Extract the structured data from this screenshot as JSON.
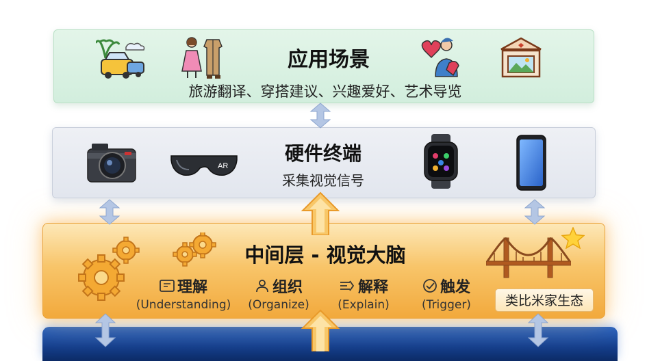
{
  "layers": {
    "top": {
      "title": "应用场景",
      "subtitle": "旅游翻译、穿搭建议、兴趣爱好、艺术导览",
      "icons": [
        "travel-car-icon",
        "fashion-outfit-icon",
        "hobby-people-icon",
        "art-gallery-icon"
      ]
    },
    "middle": {
      "title": "硬件终端",
      "subtitle": "采集视觉信号",
      "icons": [
        "camera-icon",
        "ar-glasses-icon",
        "smartwatch-icon",
        "smartphone-icon"
      ],
      "ar_label": "AR"
    },
    "brain": {
      "title": "中间层 - 视觉大脑",
      "functions": [
        {
          "label": "理解",
          "sub": "(Understanding)",
          "icon": "understanding-icon"
        },
        {
          "label": "组织",
          "sub": "(Organize)",
          "icon": "organize-icon"
        },
        {
          "label": "解释",
          "sub": "(Explain)",
          "icon": "explain-icon"
        },
        {
          "label": "触发",
          "sub": "(Trigger)",
          "icon": "trigger-check-icon"
        }
      ],
      "ecosystem_label": "类比米家生态",
      "icons": [
        "gears-icon",
        "bridge-icon",
        "star-icon"
      ]
    }
  },
  "colors": {
    "top_layer": "#d9f1e2",
    "middle_layer": "#e6e9f0",
    "brain_layer": "#f6b955",
    "bottom_layer": "#143e8c",
    "arrow_orange": "#f4a93a",
    "arrow_blue": "#9db4d8"
  }
}
